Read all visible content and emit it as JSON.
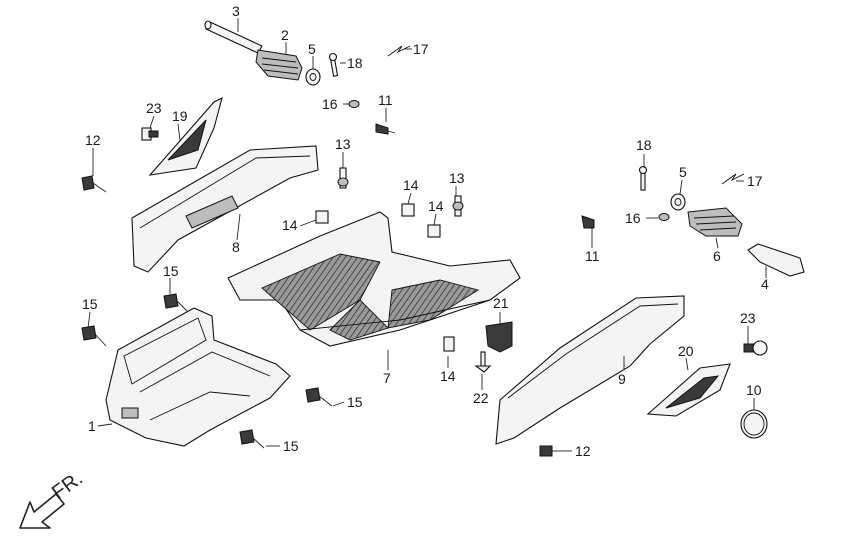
{
  "callouts": {
    "p1": "1",
    "p2": "2",
    "p3": "3",
    "p4": "4",
    "p5a": "5",
    "p5b": "5",
    "p6": "6",
    "p7": "7",
    "p8": "8",
    "p9": "9",
    "p10": "10",
    "p11a": "11",
    "p11b": "11",
    "p12a": "12",
    "p12b": "12",
    "p13a": "13",
    "p13b": "13",
    "p14a": "14",
    "p14b": "14",
    "p14c": "14",
    "p14d": "14",
    "p15a": "15",
    "p15b": "15",
    "p15c": "15",
    "p15d": "15",
    "p16a": "16",
    "p16b": "16",
    "p17a": "17",
    "p17b": "17",
    "p18a": "18",
    "p18b": "18",
    "p19": "19",
    "p20": "20",
    "p21": "21",
    "p22": "22",
    "p23a": "23",
    "p23b": "23"
  },
  "front_indicator": {
    "label": "FR.",
    "icon": "arrow-down-left-icon"
  },
  "colors": {
    "line": "#111111",
    "background": "#ffffff",
    "dark_fill": "#3a3a3a"
  }
}
